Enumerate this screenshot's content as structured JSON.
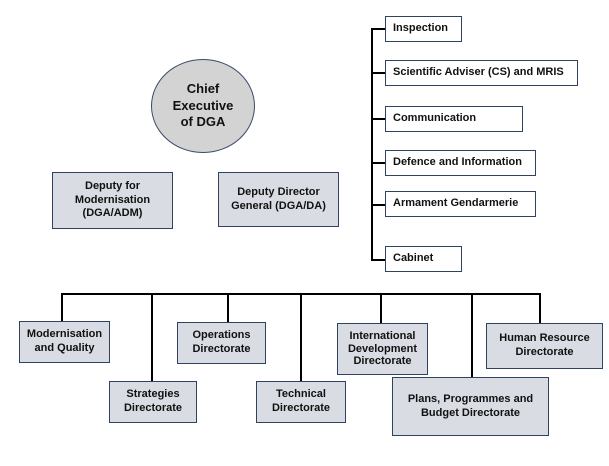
{
  "chart": {
    "chief": "Chief Executive of DGA",
    "deputies": {
      "modernisation": "Deputy for Modernisation (DGA/ADM)",
      "director_general": "Deputy Director General (DGA/DA)"
    },
    "staff_units": {
      "inspection": "Inspection",
      "scientific_adviser": "Scientific Adviser (CS) and MRIS",
      "communication": "Communication",
      "defence_information": "Defence and Information",
      "armament_gendarmerie": "Armament Gendarmerie",
      "cabinet": "Cabinet"
    },
    "directorates": {
      "modernisation_quality": "Modernisation and Quality",
      "strategies": "Strategies Directorate",
      "operations": "Operations Directorate",
      "technical": "Technical Directorate",
      "international_development": "International Development Directorate",
      "plans_programmes_budget": "Plans, Programmes and Budget Directorate",
      "human_resource": "Human Resource Directorate"
    }
  },
  "colors": {
    "box_fill": "#d9dce3",
    "box_border": "#2f4260",
    "ellipse_fill": "#d3d3d3",
    "connector": "#000000"
  }
}
